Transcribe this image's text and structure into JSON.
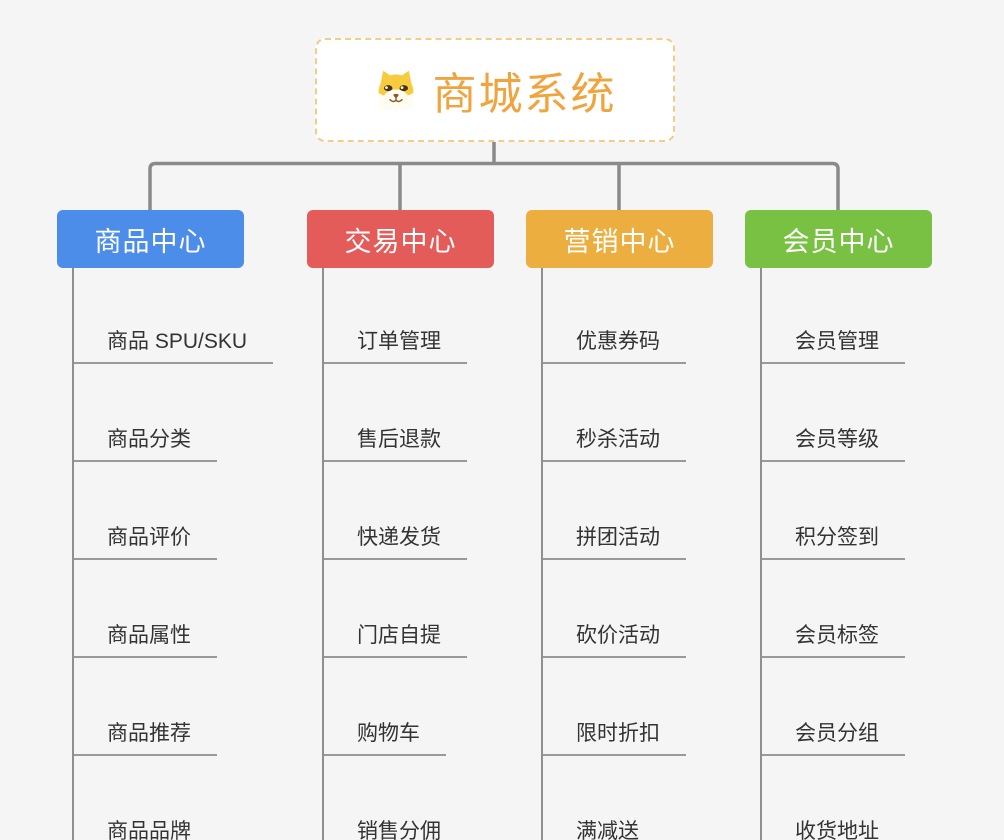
{
  "root": {
    "title": "商城系统",
    "icon": "dog-logo-icon"
  },
  "branches": [
    {
      "label": "商品中心",
      "color": "#4B8DE8",
      "children": [
        "商品 SPU/SKU",
        "商品分类",
        "商品评价",
        "商品属性",
        "商品推荐",
        "商品品牌"
      ]
    },
    {
      "label": "交易中心",
      "color": "#E45C59",
      "children": [
        "订单管理",
        "售后退款",
        "快递发货",
        "门店自提",
        "购物车",
        "销售分佣"
      ]
    },
    {
      "label": "营销中心",
      "color": "#ECAE3E",
      "children": [
        "优惠券码",
        "秒杀活动",
        "拼团活动",
        "砍价活动",
        "限时折扣",
        "满减送"
      ]
    },
    {
      "label": "会员中心",
      "color": "#78C143",
      "children": [
        "会员管理",
        "会员等级",
        "积分签到",
        "会员标签",
        "会员分组",
        "收货地址"
      ]
    }
  ],
  "palette": {
    "background": "#F5F5F5",
    "connector_line": "#8A8A8A",
    "child_underline": "#999999",
    "child_text": "#333333",
    "node_text": "#FFFFFF",
    "root_border": "#F3CD86",
    "root_text": "#F0A43E"
  }
}
